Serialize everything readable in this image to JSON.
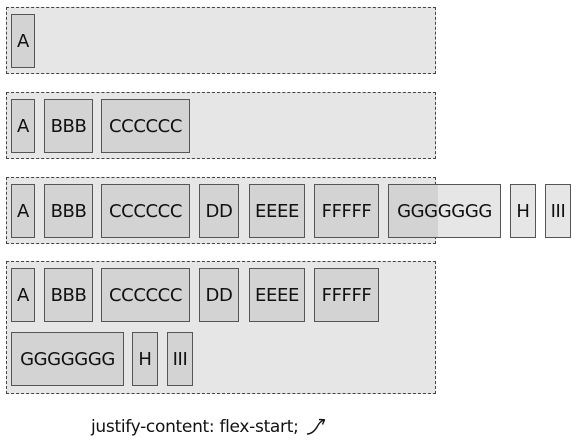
{
  "rows": [
    {
      "items": [
        "A"
      ]
    },
    {
      "items": [
        "A",
        "BBB",
        "CCCCCC"
      ]
    },
    {
      "items": [
        "A",
        "BBB",
        "CCCCCC",
        "DD",
        "EEEE",
        "FFFFF",
        "GGGGGGG",
        "H",
        "III"
      ]
    },
    {
      "items": [
        "A",
        "BBB",
        "CCCCCC",
        "DD",
        "EEEE",
        "FFFFF",
        "GGGGGGG",
        "H",
        "III"
      ]
    }
  ],
  "caption": "justify-content: flex-start;",
  "caption_icon": "curved-arrow-icon",
  "colors": {
    "container_bg": "#e6e6e6",
    "item_bg": "#d3d3d3",
    "border": "#555555"
  }
}
